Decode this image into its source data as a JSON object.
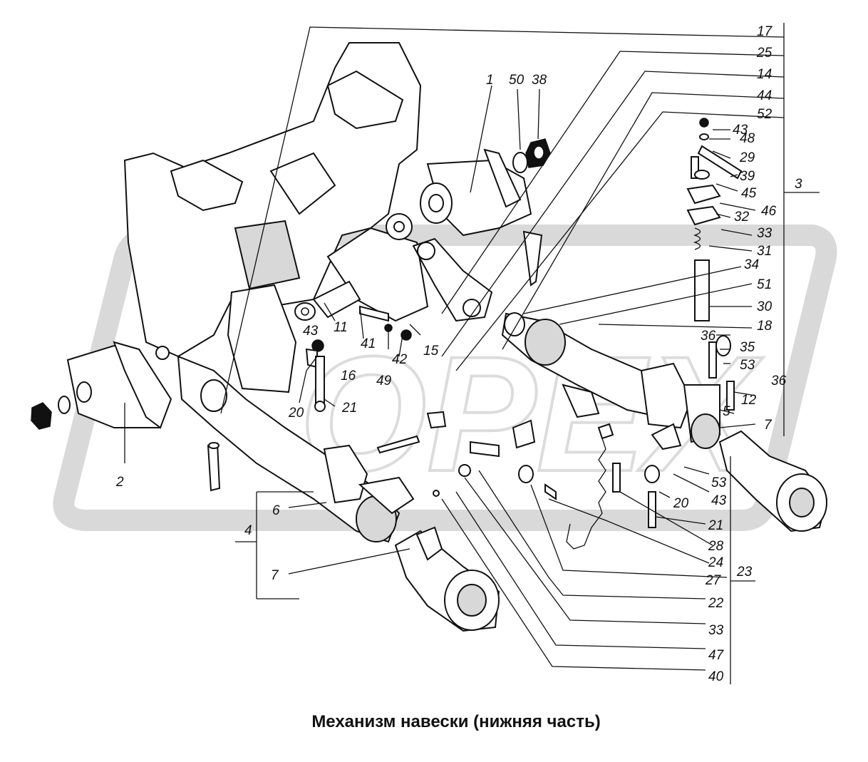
{
  "caption": "Механизм навески (нижняя часть)",
  "watermark_text": "OPEX",
  "labels": {
    "l1": "1",
    "l2": "2",
    "l3": "3",
    "l4": "4",
    "l5": "5",
    "l6": "6",
    "l7a": "7",
    "l7b": "7",
    "l11": "11",
    "l12": "12",
    "l14": "14",
    "l15": "15",
    "l16": "16",
    "l17": "17",
    "l18": "18",
    "l20a": "20",
    "l20b": "20",
    "l21a": "21",
    "l21b": "21",
    "l22": "22",
    "l23": "23",
    "l24": "24",
    "l25": "25",
    "l27": "27",
    "l28": "28",
    "l29": "29",
    "l30": "30",
    "l31": "31",
    "l32": "32",
    "l33a": "33",
    "l33b": "33",
    "l34": "34",
    "l35": "35",
    "l36a": "36",
    "l36b": "36",
    "l38": "38",
    "l39": "39",
    "l40": "40",
    "l41": "41",
    "l42": "42",
    "l43a": "43",
    "l43b": "43",
    "l43c": "43",
    "l44": "44",
    "l45": "45",
    "l46": "46",
    "l47": "47",
    "l48": "48",
    "l49": "49",
    "l50": "50",
    "l51": "51",
    "l52": "52",
    "l53a": "53",
    "l53b": "53"
  }
}
